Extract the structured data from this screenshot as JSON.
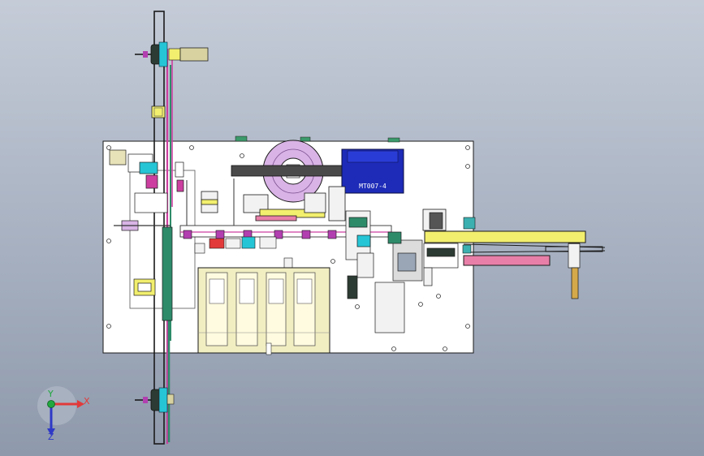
{
  "viewport": {
    "background_top": "#c5ccd8",
    "background_bottom": "#8e99ab"
  },
  "model": {
    "motor_label": "MT007-4",
    "colors": {
      "outline": "#1a1a1a",
      "base_plate": "#ffffff",
      "motor_body": "#1d2bb8",
      "flywheel": "#d9b3e6",
      "arm": "#f2ef6e",
      "pink_rod": "#e87fa8",
      "tray": "#f1eec2",
      "pulley_cyan": "#26c5d6",
      "pulley_gray": "#2c3b33",
      "green_belt": "#2e8b6a",
      "magenta_belt": "#cc3fa0"
    }
  },
  "triad": {
    "x_label": "X",
    "y_label": "Y",
    "z_label": "Z",
    "x_color": "#e23a3a",
    "y_color": "#21a83e",
    "z_color": "#2f39c7"
  }
}
